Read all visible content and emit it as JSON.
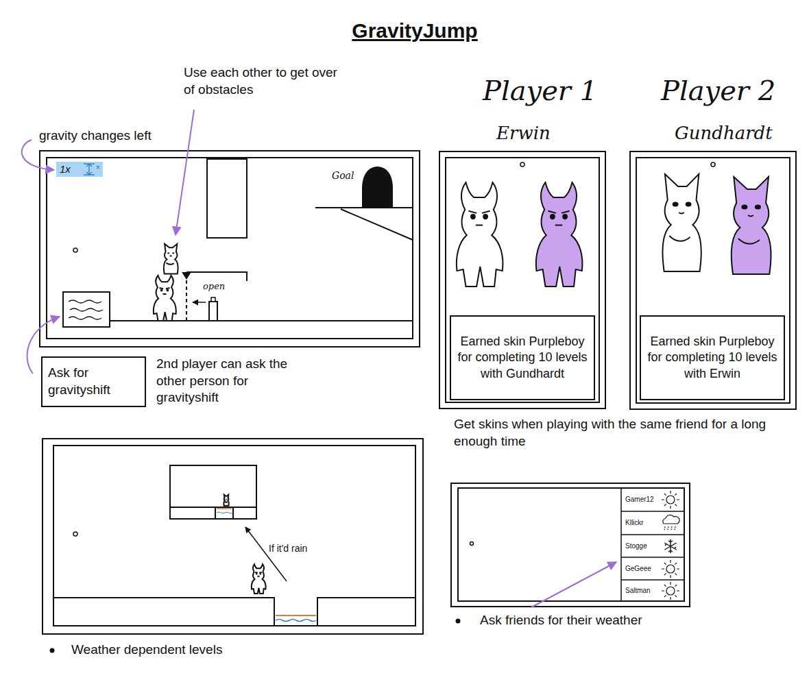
{
  "diagram": {
    "title": "GravityJump",
    "nodes": [
      {
        "text": [
          "Ask for gravityshift"
        ]
      },
      {
        "text": [
          "Player 1",
          "Erwin"
        ]
      },
      {
        "text": [
          "Earned skin Purpleboy for completing 10 levels with Gundhardt"
        ],
        "in": 1
      },
      {
        "text": [
          "Player 2",
          "Gundhardt"
        ]
      },
      {
        "text": [
          "Earned skin Purpleboy for completing 10 levels with Erwin"
        ],
        "in": 3
      }
    ],
    "labels": [
      "Use each other to get over of obstacles",
      "gravity changes left",
      "1x",
      "Goal",
      "open",
      "2nd player can ask the other person for gravityshift",
      "Get skins when playing with the same friend for a long enough time",
      "If it'd rain",
      "Gamer12",
      "Kllickr",
      "Stogge",
      "GeGeee",
      "Saltman",
      "Weather dependent levels",
      "Ask friends for their weather"
    ]
  }
}
